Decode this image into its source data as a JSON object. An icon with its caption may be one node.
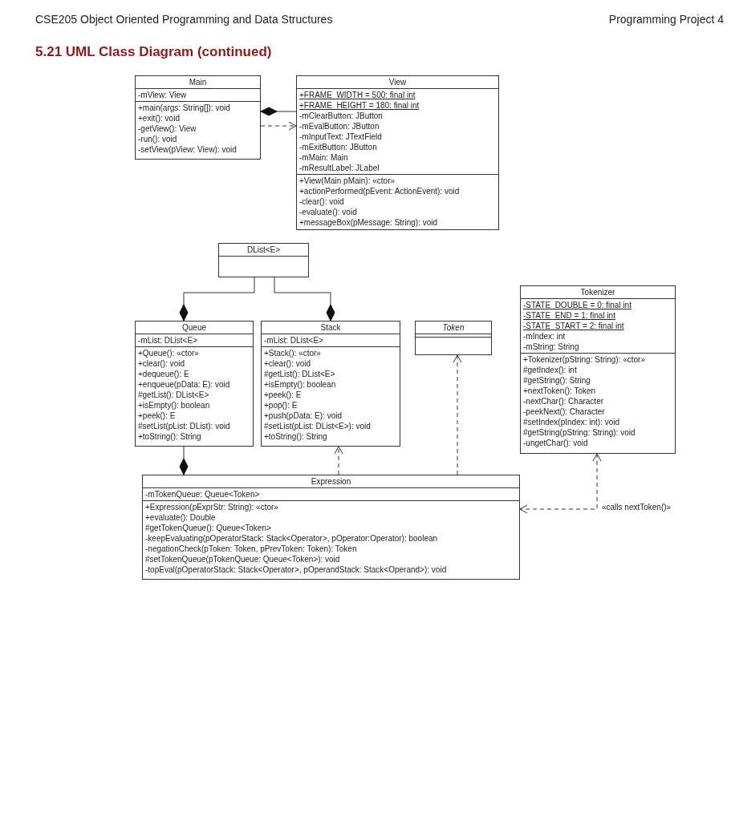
{
  "diagram": {
    "title": "5.21 UML Class Diagram (continued)",
    "nodes": [
      {
        "text": [
          "Main",
          "-mView: View",
          "+main(args: String[]): void",
          "+exit(): void",
          "-getView(): View",
          "-run(): void",
          "-setView(pView: View): void"
        ]
      },
      {
        "text": [
          "View",
          "+FRAME_WIDTH = 500: final int",
          "+FRAME_HEIGHT = 180: final int",
          "-mClearButton: JButton",
          "-mEvalButton: JButton",
          "-mInputText: JTextField",
          "-mExitButton: JButton",
          "-mMain: Main",
          "-mResultLabel: JLabel",
          "+View(Main pMain): «ctor»",
          "+actionPerformed(pEvent: ActionEvent): void",
          "-clear(): void",
          "-evaluate(): void",
          "+messageBox(pMessage: String): void"
        ]
      },
      {
        "text": [
          "DList<E>"
        ]
      },
      {
        "text": [
          "Queue",
          "-mList: DList<E>",
          "+Queue(): «ctor»",
          "+clear(): void",
          "+dequeue(): E",
          "+enqueue(pData: E): void",
          "#getList(): DList<E>",
          "+isEmpty(): boolean",
          "+peek(): E",
          "#setList(pList: DList): void",
          "+toString(): String"
        ]
      },
      {
        "text": [
          "Stack",
          "-mList: DList<E>",
          "+Stack(): «ctor»",
          "+clear(): void",
          "#getList(): DList<E>",
          "+isEmpty(): boolean",
          "+peek(): E",
          "+pop(): E",
          "+push(pData: E): void",
          "#setList(pList: DList<E>): void",
          "+toString(): String"
        ]
      },
      {
        "text": [
          "Token"
        ]
      },
      {
        "text": [
          "Tokenizer",
          "-STATE_DOUBLE = 0: final int",
          "-STATE_END = 1: final int",
          "-STATE_START = 2: final int",
          "-mIndex: int",
          "-mString: String",
          "+Tokenizer(pString: String): «ctor»",
          "#getIndex(): int",
          "#getString(): String",
          "+nextToken(): Token",
          "-nextChar(): Character",
          "-peekNext(): Character",
          "#setIndex(pIndex: int): void",
          "#getString(pString: String): void",
          "-ungetChar(): void"
        ]
      },
      {
        "text": [
          "Expression",
          "-mTokenQueue: Queue<Token>",
          "+Expression(pExprStr: String): «ctor»",
          "+evaluate(): Double",
          "#getTokenQueue(): Queue<Token>",
          "-keepEvaluating(pOperatorStack: Stack<Operator>, pOperator:Operator): boolean",
          "-negationCheck(pToken: Token, pPrevToken: Token): Token",
          "#setTokenQueue(pTokenQueue: Queue<Token>): void",
          "-topEval(pOperatorStack: Stack<Operator>, pOperandStack: Stack<Operand>): void"
        ]
      }
    ],
    "edges": [
      {
        "from": 1,
        "to": 0,
        "arrow": "other"
      },
      {
        "from": 0,
        "to": 1,
        "arrow": "to",
        "style": "dashed"
      },
      {
        "from": 2,
        "to": 3,
        "arrow": "other"
      },
      {
        "from": 2,
        "to": 4,
        "arrow": "other"
      },
      {
        "from": 3,
        "to": 7,
        "arrow": "other"
      },
      {
        "from": 7,
        "to": 4,
        "arrow": "to",
        "style": "dashed"
      },
      {
        "from": 7,
        "to": 5,
        "arrow": "to",
        "style": "dashed"
      },
      {
        "from": 6,
        "to": 7,
        "arrow": "both",
        "style": "dashed",
        "label": "«calls nextToken()»"
      }
    ],
    "labels": [
      "CSE205 Object Oriented Programming and Data Structures",
      "Programming Project 4"
    ]
  }
}
